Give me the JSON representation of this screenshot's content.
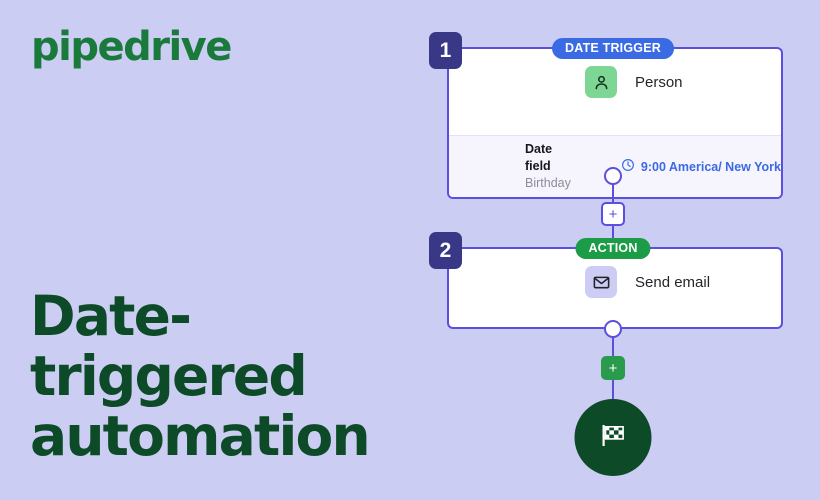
{
  "brand": {
    "logo_text": "pipedrive",
    "logo_color": "#1a7a3c"
  },
  "headline": {
    "line1": "Date-",
    "line2": "triggered",
    "line3": "automation",
    "color": "#0d4a27"
  },
  "background_color": "#cccdf3",
  "flow": {
    "steps": [
      {
        "number": "1",
        "badge_label": "DATE TRIGGER",
        "badge_color": "#3a6ae4",
        "entity_icon": "person-icon",
        "entity_label": "Person",
        "field_title": "Date field",
        "field_value": "Birthday",
        "time_icon": "clock-icon",
        "time_label": "9:00 America/ New York",
        "time_color": "#3a6ae4"
      },
      {
        "number": "2",
        "badge_label": "ACTION",
        "badge_color": "#1d9c47",
        "entity_icon": "envelope-icon",
        "entity_label": "Send email"
      }
    ],
    "add_step_button_label": "+",
    "add_end_button_label": "+",
    "finish_icon": "checkered-flag-icon",
    "connector_color": "#5b4fe0"
  }
}
